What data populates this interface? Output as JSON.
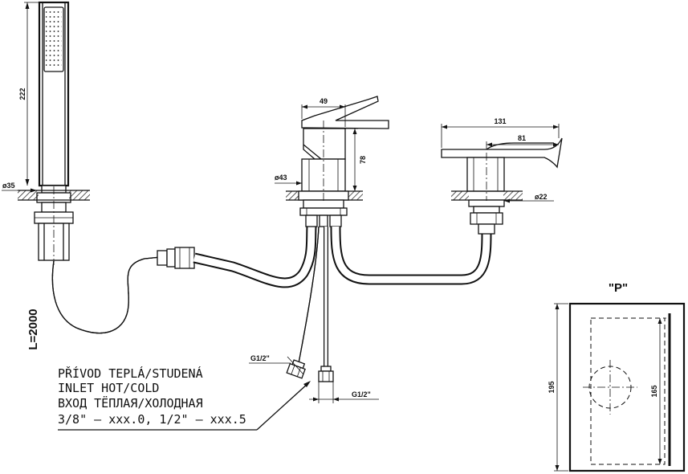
{
  "dimensions": {
    "handshower_height": "222",
    "handshower_dia": "ø35",
    "mixer_width": "49",
    "mixer_height": "78",
    "mixer_dia": "ø43",
    "spout_length": "131",
    "spout_projection": "81",
    "spout_dia": "ø22",
    "hose_length": "L=2000",
    "inlet_thread_left": "G1/2\"",
    "inlet_thread_right": "G1/2\""
  },
  "inlet_note": {
    "line1": "PŘÍVOD TEPLÁ/STUDENÁ",
    "line2": "INLET HOT/COLD",
    "line3": "ВХОД ТЁПЛАЯ/ХОЛОДНАЯ",
    "line4": "3/8\" – xxx.0, 1/2\" – xxx.5"
  },
  "detail_p": {
    "title": "\"P\"",
    "outer_height": "195",
    "inner_height": "165"
  }
}
